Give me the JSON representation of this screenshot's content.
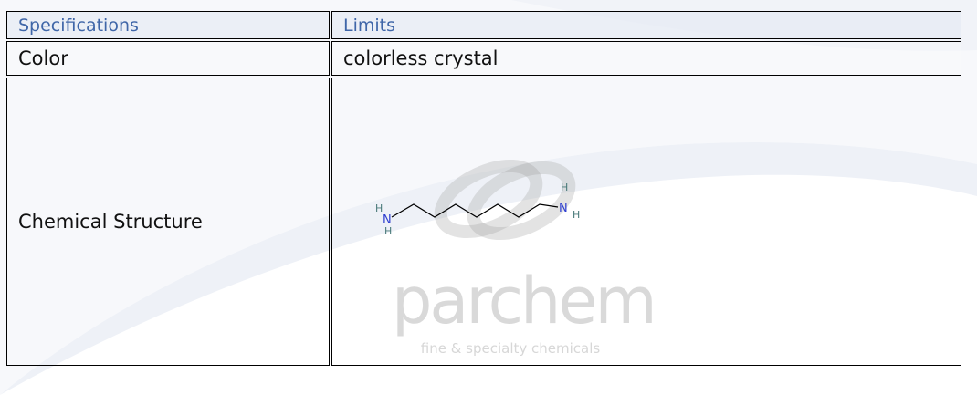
{
  "table": {
    "headers": [
      "Specifications",
      "Limits"
    ],
    "rows": [
      {
        "spec": "Color",
        "limit": "colorless crystal"
      },
      {
        "spec": "Chemical Structure",
        "limit": ""
      }
    ]
  },
  "structure": {
    "atoms": {
      "nitrogen": "N",
      "hydrogen": "H"
    },
    "nitrogen_color": "#2f3fd0",
    "hydrogen_color": "#4a7a7a",
    "bond_color": "#000000"
  },
  "watermark": {
    "brand": "parchem",
    "tagline": "fine & specialty chemicals"
  }
}
